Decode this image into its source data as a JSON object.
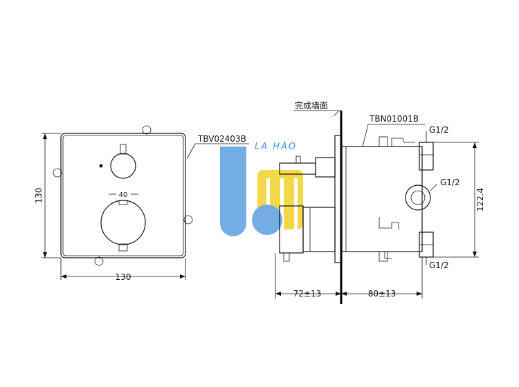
{
  "front_view": {
    "model": "TBV02403B",
    "width_dim": "130",
    "height_dim": "130",
    "scale_label": "40"
  },
  "side_view": {
    "wall_label": "完成墙面",
    "body_model": "TBN01001B",
    "port_top": "G1/2",
    "port_mid": "G1/2",
    "port_bottom": "G1/2",
    "height_dim": "122.4",
    "depth_front": "72±13",
    "depth_back": "80±13"
  },
  "watermark": {
    "text": "LA HÀO",
    "colors": {
      "blue": "#5b9fe0",
      "yellow": "#f1d22a"
    }
  }
}
